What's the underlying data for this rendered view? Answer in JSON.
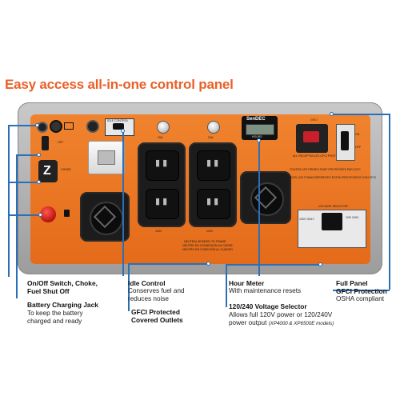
{
  "headline": "Easy access all-in-one control panel",
  "panel": {
    "idle_label": "IDLE CONTROL",
    "charger_label": "CHARGER",
    "outlet_20a_1": "20A",
    "outlet_20a_2": "20A",
    "outlet_120v_1": "120V",
    "outlet_120v_2": "120V",
    "meter_brand": "SenDEC",
    "meter_sub": "HOURS",
    "gfci_label": "GFCI",
    "gfci_note": "ALL RECEPTACLES GFCI PROTECTED",
    "gfci_note_fr": "TOUTES LES PRISES SONT PROTÉGÉES PAR GCFI",
    "gfci_note_es": "TODOS LOS TOMACORRIENTES ESTÁN PROTEGIDOS CON GFCI",
    "on": "ON",
    "off": "OFF",
    "voltage_selector_label": "VOLTAGE SELECTOR",
    "v120_only": "120V ONLY",
    "v120_240": "120/ 240V",
    "neutral_note": "NEUTRAL BONDED TO FRAME",
    "neutral_note_fr": "NEUTRE EN CONNEXION AU CADRE",
    "neutral_note_es": "NEUTRO EN CONEXIÓN AL CUADRO",
    "choke": "CHOKE",
    "off_label": "OFF"
  },
  "callouts": [
    {
      "title": "On/Off Switch, Choke,",
      "title2": "Fuel Shut Off"
    },
    {
      "title": "Battery Charging Jack",
      "text": "To keep the battery",
      "text2": "charged and ready"
    },
    {
      "title": "Idle Control",
      "text": "Conserves fuel and",
      "text2": "reduces noise"
    },
    {
      "title": "GFCI Protected",
      "title2": "Covered Outlets"
    },
    {
      "title": "Hour Meter",
      "text": "With maintenance resets"
    },
    {
      "title": "120/240 Voltage Selector",
      "text": "Allows full 120V power or 120/240V",
      "text2": "power output",
      "text2_note": "(XP4000 & XP6500E models)"
    },
    {
      "title": "Full Panel",
      "title2": "GFCI Protection",
      "text": "OSHA compliant"
    }
  ],
  "colors": {
    "accent": "#e8612a",
    "panel": "#ec7422",
    "callout_line": "#2a6fb8"
  }
}
